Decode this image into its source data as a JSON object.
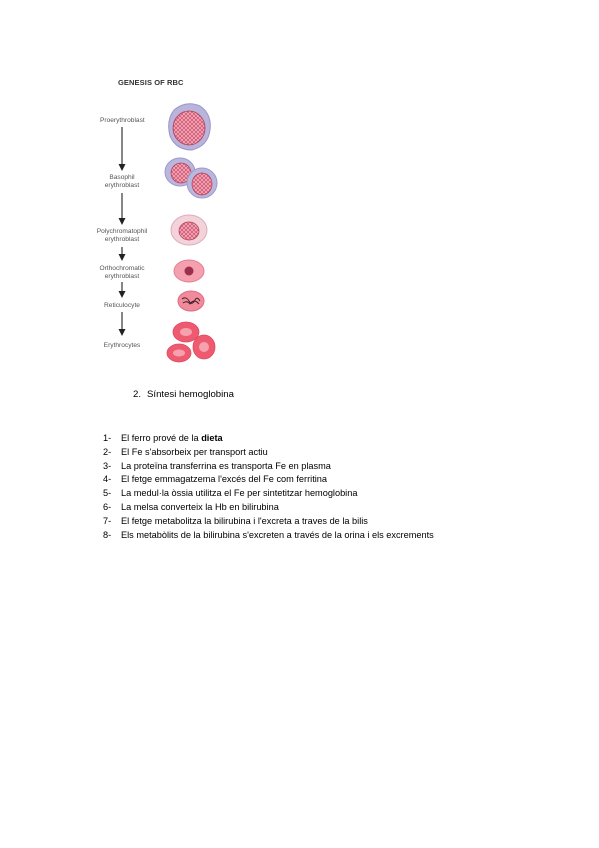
{
  "figure": {
    "title": "GENESIS OF RBC",
    "stages": [
      [
        "Proerythroblast"
      ],
      [
        "Basophil",
        "erythroblast"
      ],
      [
        "Polychromatophil",
        "erythroblast"
      ],
      [
        "Orthochromatic",
        "erythroblast"
      ],
      [
        "Reticulocyte"
      ],
      [
        "Erythrocytes"
      ]
    ],
    "colors": {
      "nucleus": "#c2405e",
      "cytoplasm_blue": "#b8b6de",
      "rbc": "#ee5b70"
    }
  },
  "section": {
    "number": "2.",
    "title": "Síntesi hemoglobina"
  },
  "steps": [
    {
      "num": "1-",
      "text": "El ferro prové de la ",
      "bold": "dieta"
    },
    {
      "num": "2-",
      "text": "El Fe s'absorbeix per transport actiu"
    },
    {
      "num": "3-",
      "text": "La proteïna transferrina es transporta Fe en plasma"
    },
    {
      "num": "4-",
      "text": "El fetge emmagatzema l'excés del Fe com ferritina"
    },
    {
      "num": "5-",
      "text": "La medul·la òssia utilitza el Fe per sintetitzar hemoglobina"
    },
    {
      "num": "6-",
      "text": "La melsa converteix la Hb en bilirubina"
    },
    {
      "num": "7-",
      "text": "El fetge metabolitza la bilirubina i l'excreta a traves de la bilis"
    },
    {
      "num": "8-",
      "text": "Els metabòlits de la bilirubina s'excreten a través de la orina i els excrements"
    }
  ]
}
